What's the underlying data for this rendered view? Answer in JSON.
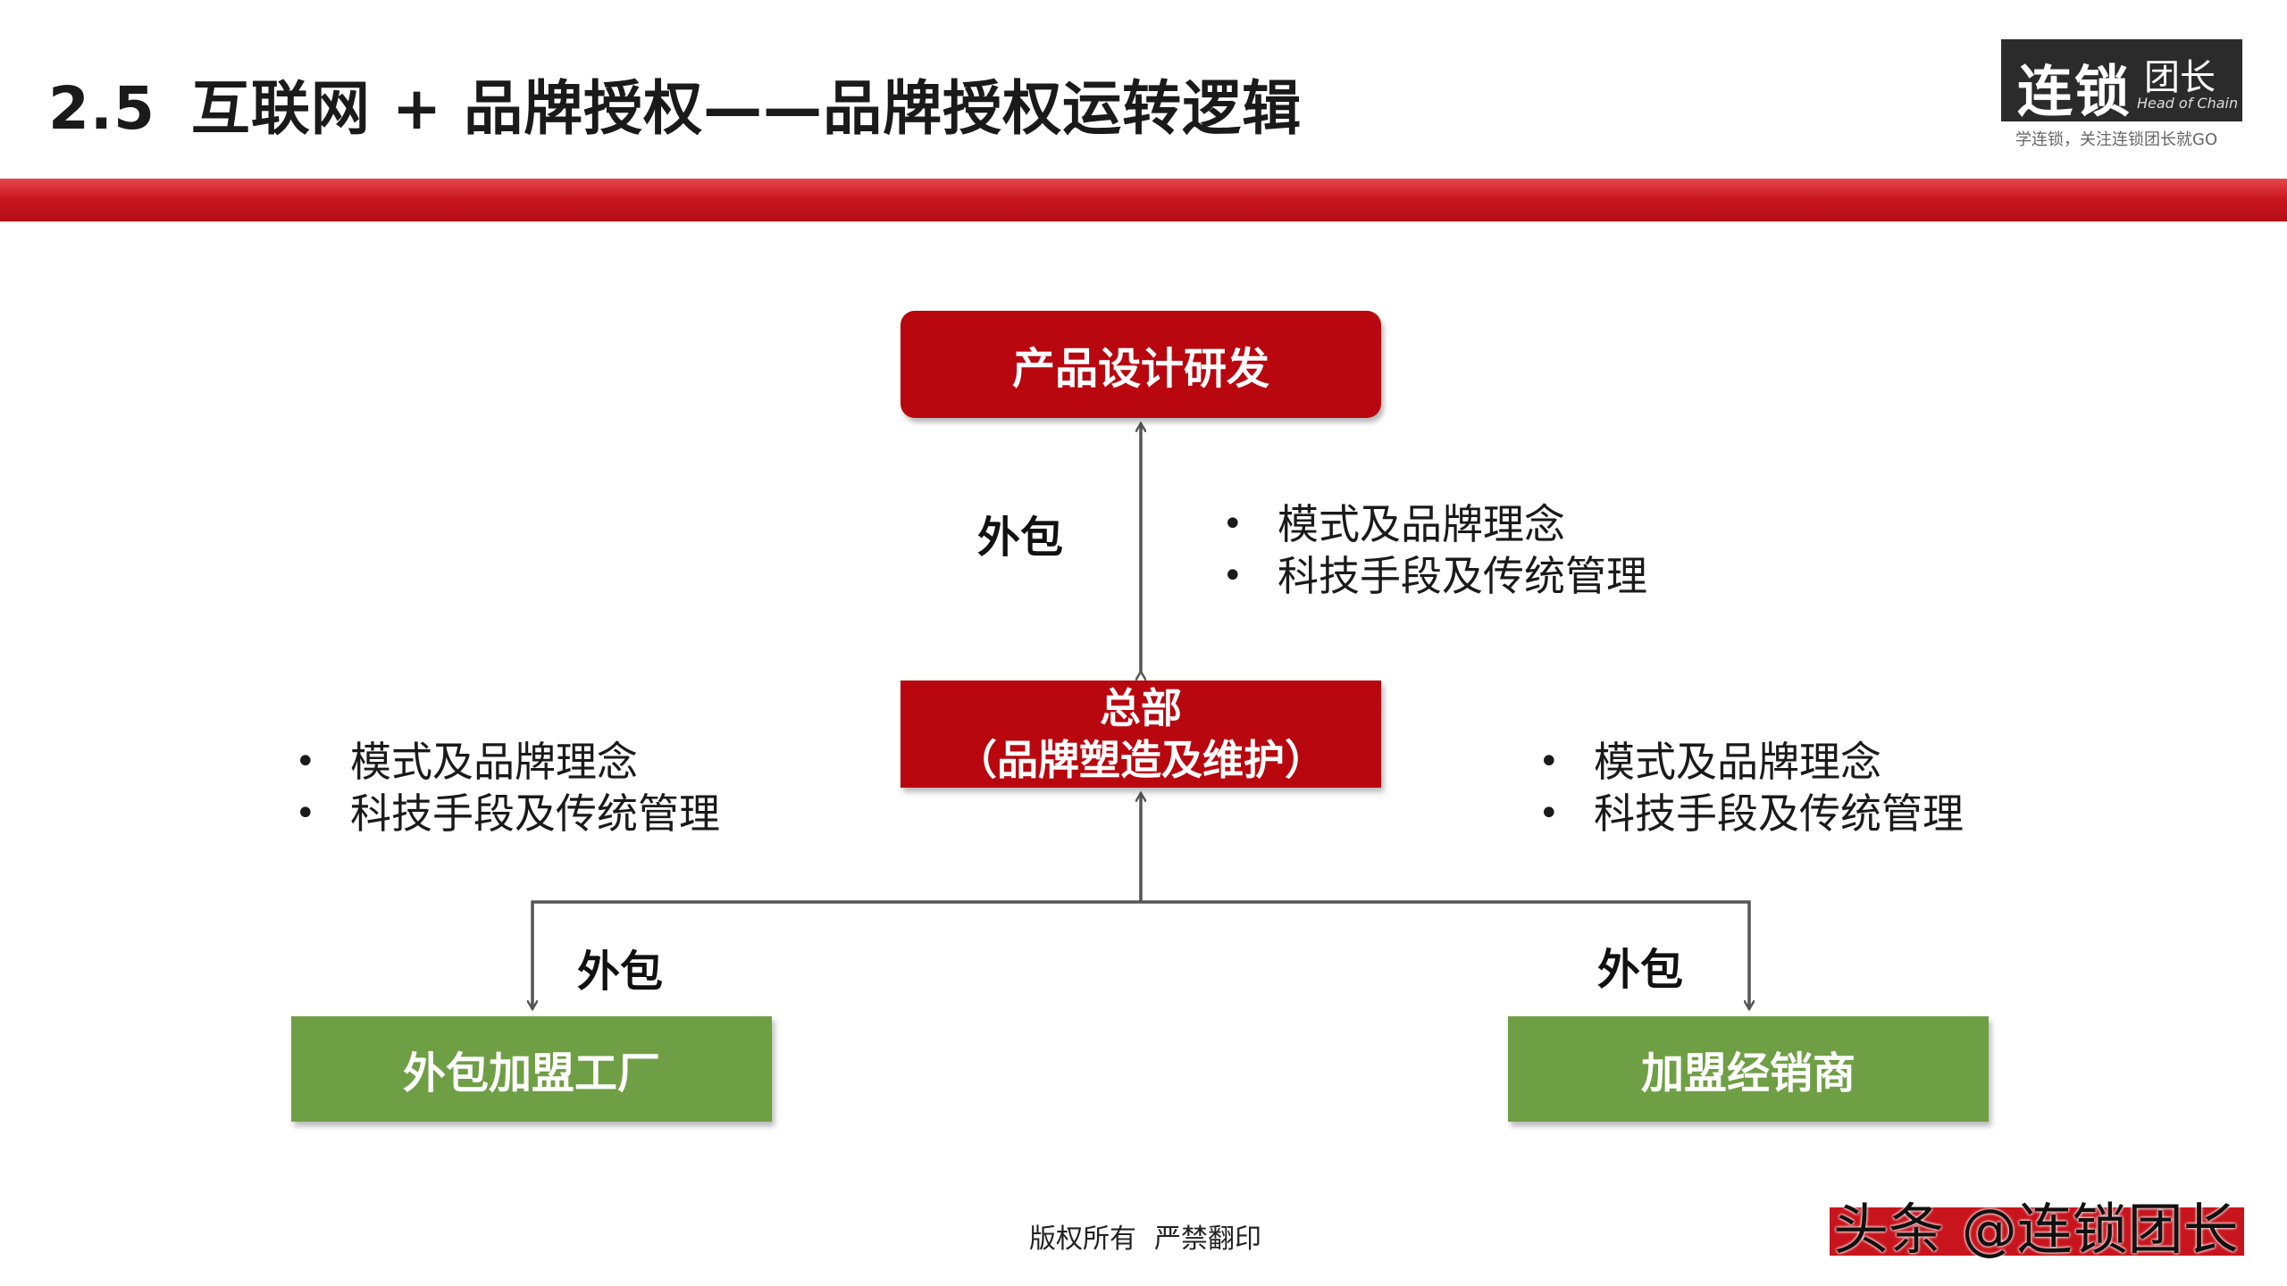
{
  "title": {
    "number": "2.5",
    "text": "互联网 + 品牌授权——品牌授权运转逻辑"
  },
  "logo": {
    "main": "连锁",
    "side": "团长",
    "english": "Head of Chain",
    "tagline": "学连锁，关注连锁团长就GO"
  },
  "nodes": {
    "top": "产品设计研发",
    "hq_line1": "总部",
    "hq_line2": "（品牌塑造及维护）",
    "factory": "外包加盟工厂",
    "dealer": "加盟经销商"
  },
  "edge_labels": {
    "top": "外包",
    "left": "外包",
    "right": "外包"
  },
  "bullets_top": [
    "模式及品牌理念",
    "科技手段及传统管理"
  ],
  "bullets_left": [
    "模式及品牌理念",
    "科技手段及传统管理"
  ],
  "bullets_right": [
    "模式及品牌理念",
    "科技手段及传统管理"
  ],
  "footer": {
    "left": "版权所有",
    "right": "严禁翻印"
  },
  "watermark": "头条 @连锁团长",
  "colors": {
    "red": "#b8070f",
    "green": "#6f9f45",
    "band": "#c8141c",
    "arrow": "#555555"
  }
}
